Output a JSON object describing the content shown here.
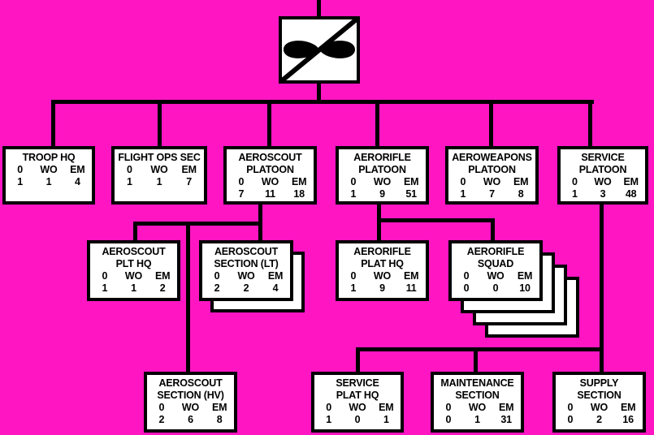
{
  "colors": {
    "background": "#ff16c2",
    "box_fill": "#ffffff",
    "line": "#000000",
    "text": "#000000"
  },
  "personnel_header": [
    "0",
    "WO",
    "EM"
  ],
  "root_symbol": "air-cavalry-troop (infinity aviation symbol with cavalry diagonal slash)",
  "units": {
    "troop_hq": {
      "title1": "TROOP HQ",
      "title2": "",
      "o": "1",
      "wo": "1",
      "em": "4",
      "stack_count": 1
    },
    "flight_ops_sec": {
      "title1": "FLIGHT OPS SEC",
      "title2": "",
      "o": "1",
      "wo": "1",
      "em": "7",
      "stack_count": 1
    },
    "aeroscout_platoon": {
      "title1": "AEROSCOUT",
      "title2": "PLATOON",
      "o": "7",
      "wo": "11",
      "em": "18",
      "stack_count": 1
    },
    "aerorifle_platoon": {
      "title1": "AERORIFLE",
      "title2": "PLATOON",
      "o": "1",
      "wo": "9",
      "em": "51",
      "stack_count": 1
    },
    "aeroweapons_platoon": {
      "title1": "AEROWEAPONS",
      "title2": "PLATOON",
      "o": "1",
      "wo": "7",
      "em": "8",
      "stack_count": 1
    },
    "service_platoon": {
      "title1": "SERVICE",
      "title2": "PLATOON",
      "o": "1",
      "wo": "3",
      "em": "48",
      "stack_count": 1
    },
    "aeroscout_plt_hq": {
      "title1": "AEROSCOUT",
      "title2": "PLT HQ",
      "o": "1",
      "wo": "1",
      "em": "2",
      "stack_count": 1
    },
    "aeroscout_section_lt": {
      "title1": "AEROSCOUT",
      "title2": "SECTION (LT)",
      "o": "2",
      "wo": "2",
      "em": "4",
      "stack_count": 2
    },
    "aerorifle_plat_hq": {
      "title1": "AERORIFLE",
      "title2": "PLAT HQ",
      "o": "1",
      "wo": "9",
      "em": "11",
      "stack_count": 1
    },
    "aerorifle_squad": {
      "title1": "AERORIFLE",
      "title2": "SQUAD",
      "o": "0",
      "wo": "0",
      "em": "10",
      "stack_count": 4
    },
    "aeroscout_section_hv": {
      "title1": "AEROSCOUT",
      "title2": "SECTION (HV)",
      "o": "2",
      "wo": "6",
      "em": "8",
      "stack_count": 1
    },
    "service_plat_hq": {
      "title1": "SERVICE",
      "title2": "PLAT HQ",
      "o": "1",
      "wo": "0",
      "em": "1",
      "stack_count": 1
    },
    "maintenance_section": {
      "title1": "MAINTENANCE",
      "title2": "SECTION",
      "o": "0",
      "wo": "1",
      "em": "31",
      "stack_count": 1
    },
    "supply_section": {
      "title1": "SUPPLY",
      "title2": "SECTION",
      "o": "0",
      "wo": "2",
      "em": "16",
      "stack_count": 1
    }
  },
  "hierarchy": {
    "root": "air_cavalry_troop_symbol",
    "children_of_root": [
      "troop_hq",
      "flight_ops_sec",
      "aeroscout_platoon",
      "aerorifle_platoon",
      "aeroweapons_platoon",
      "service_platoon"
    ],
    "children": {
      "aeroscout_platoon": [
        "aeroscout_plt_hq",
        "aeroscout_section_lt",
        "aeroscout_section_hv"
      ],
      "aerorifle_platoon": [
        "aerorifle_plat_hq",
        "aerorifle_squad"
      ],
      "service_platoon": [
        "service_plat_hq",
        "maintenance_section",
        "supply_section"
      ]
    }
  }
}
